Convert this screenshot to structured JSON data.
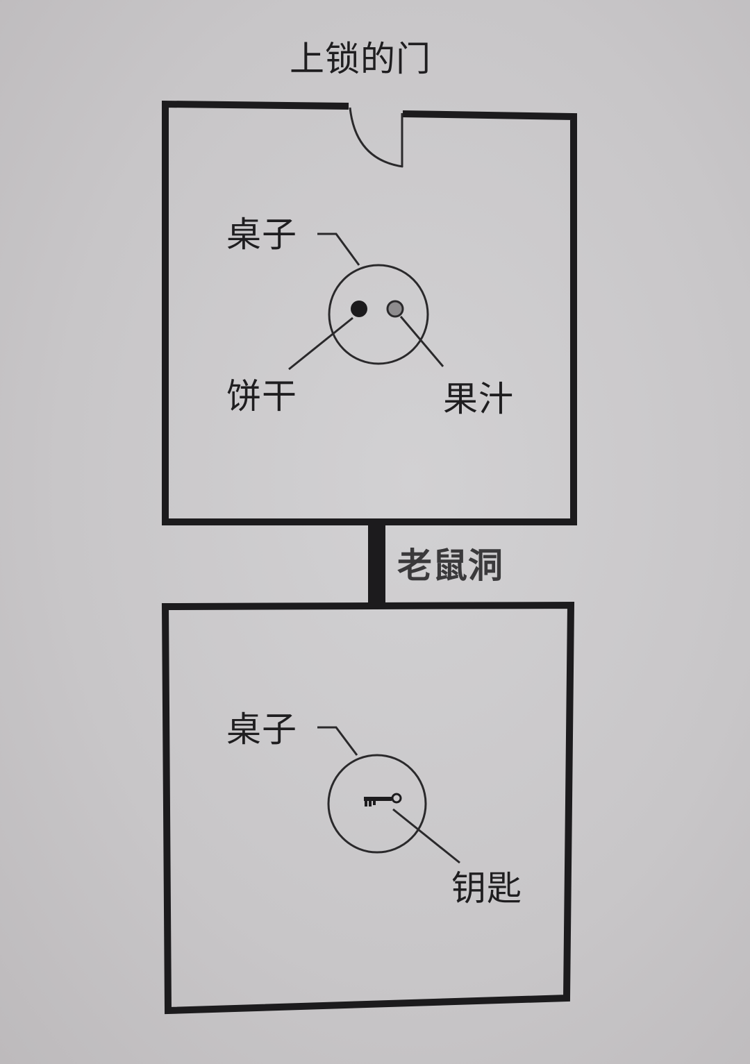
{
  "diagram": {
    "title": "上锁的门",
    "rooms": [
      {
        "id": "upper-room",
        "table_label": "桌子",
        "items": [
          {
            "label": "饼干",
            "icon": "dark-dot",
            "color": "#1c1b1d"
          },
          {
            "label": "果汁",
            "icon": "gray-dot",
            "color": "#8e8c8e"
          }
        ],
        "has_locked_door": true
      },
      {
        "id": "lower-room",
        "table_label": "桌子",
        "items": [
          {
            "label": "钥匙",
            "icon": "key-icon",
            "color": "#1c1b1d"
          }
        ]
      }
    ],
    "connector_label": "老鼠洞",
    "colors": {
      "background": "#c9c7c9",
      "ink": "#1c1b1d"
    }
  }
}
